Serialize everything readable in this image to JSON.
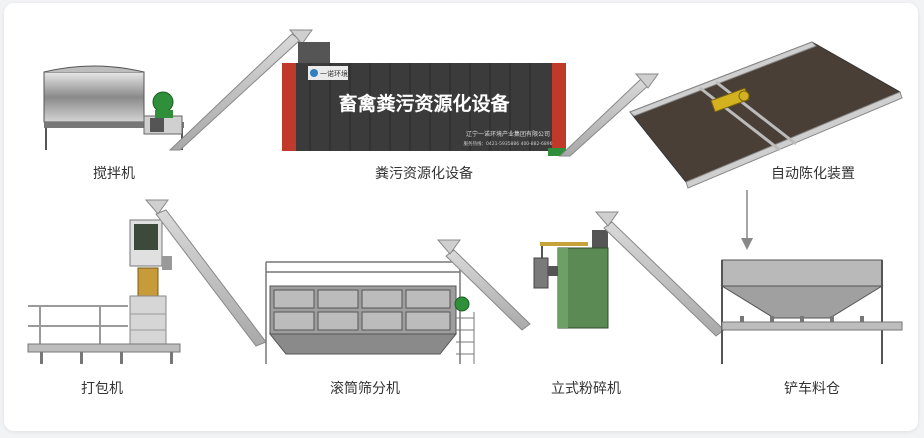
{
  "labels": {
    "mixer": "搅拌机",
    "main_equipment": "粪污资源化设备",
    "aging": "自动陈化装置",
    "packer": "打包机",
    "screen": "滚筒筛分机",
    "crusher": "立式粉碎机",
    "bin": "铲车料仓"
  },
  "container": {
    "title": "畜禽粪污资源化设备",
    "brand": "一诺环境",
    "company": "辽宁一诺环境产业集团有限公司",
    "phone": "服务热线：0421-5935886 400-882-6896"
  },
  "colors": {
    "container_body": "#3b3b3b",
    "container_red": "#c0392b",
    "motor_green": "#2f8f3a",
    "crusher_green": "#5b8a55",
    "conveyor_gray": "#9a9a9a"
  }
}
